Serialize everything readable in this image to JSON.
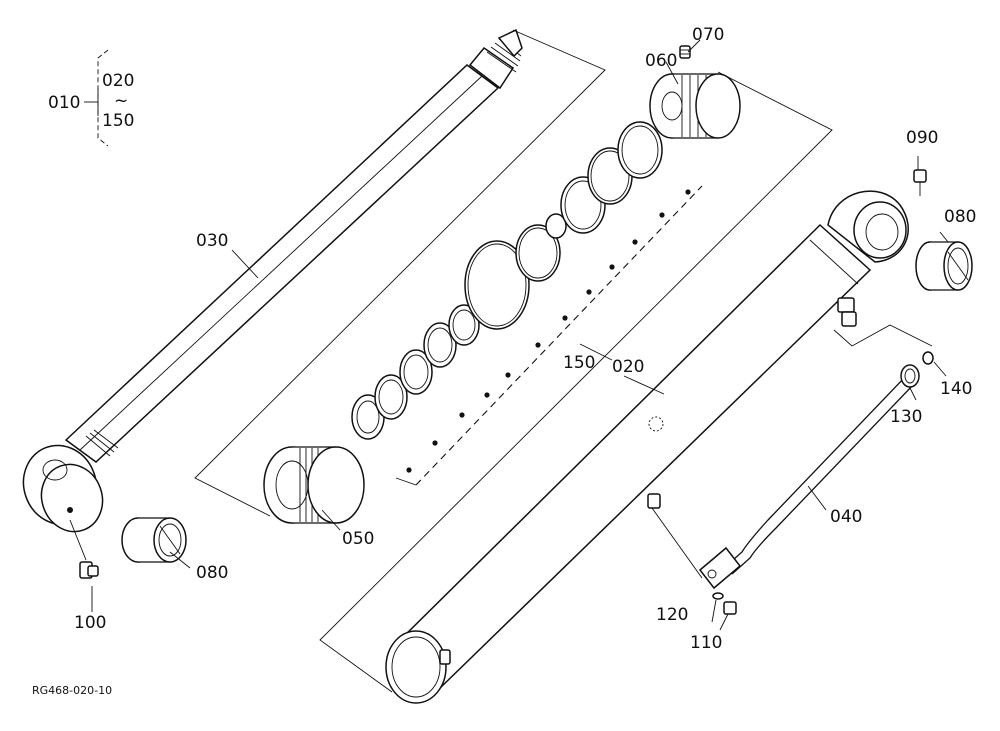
{
  "diagram": {
    "group_range": {
      "assembly": "010",
      "from": "020",
      "to": "150",
      "tilde": "~"
    },
    "callouts": {
      "p020": "020",
      "p030": "030",
      "p040": "040",
      "p050": "050",
      "p060": "060",
      "p070": "070",
      "p080a": "080",
      "p080b": "080",
      "p090": "090",
      "p100": "100",
      "p110": "110",
      "p120": "120",
      "p130": "130",
      "p140": "140",
      "p150": "150"
    },
    "reference_code": "RG468-020-10"
  }
}
